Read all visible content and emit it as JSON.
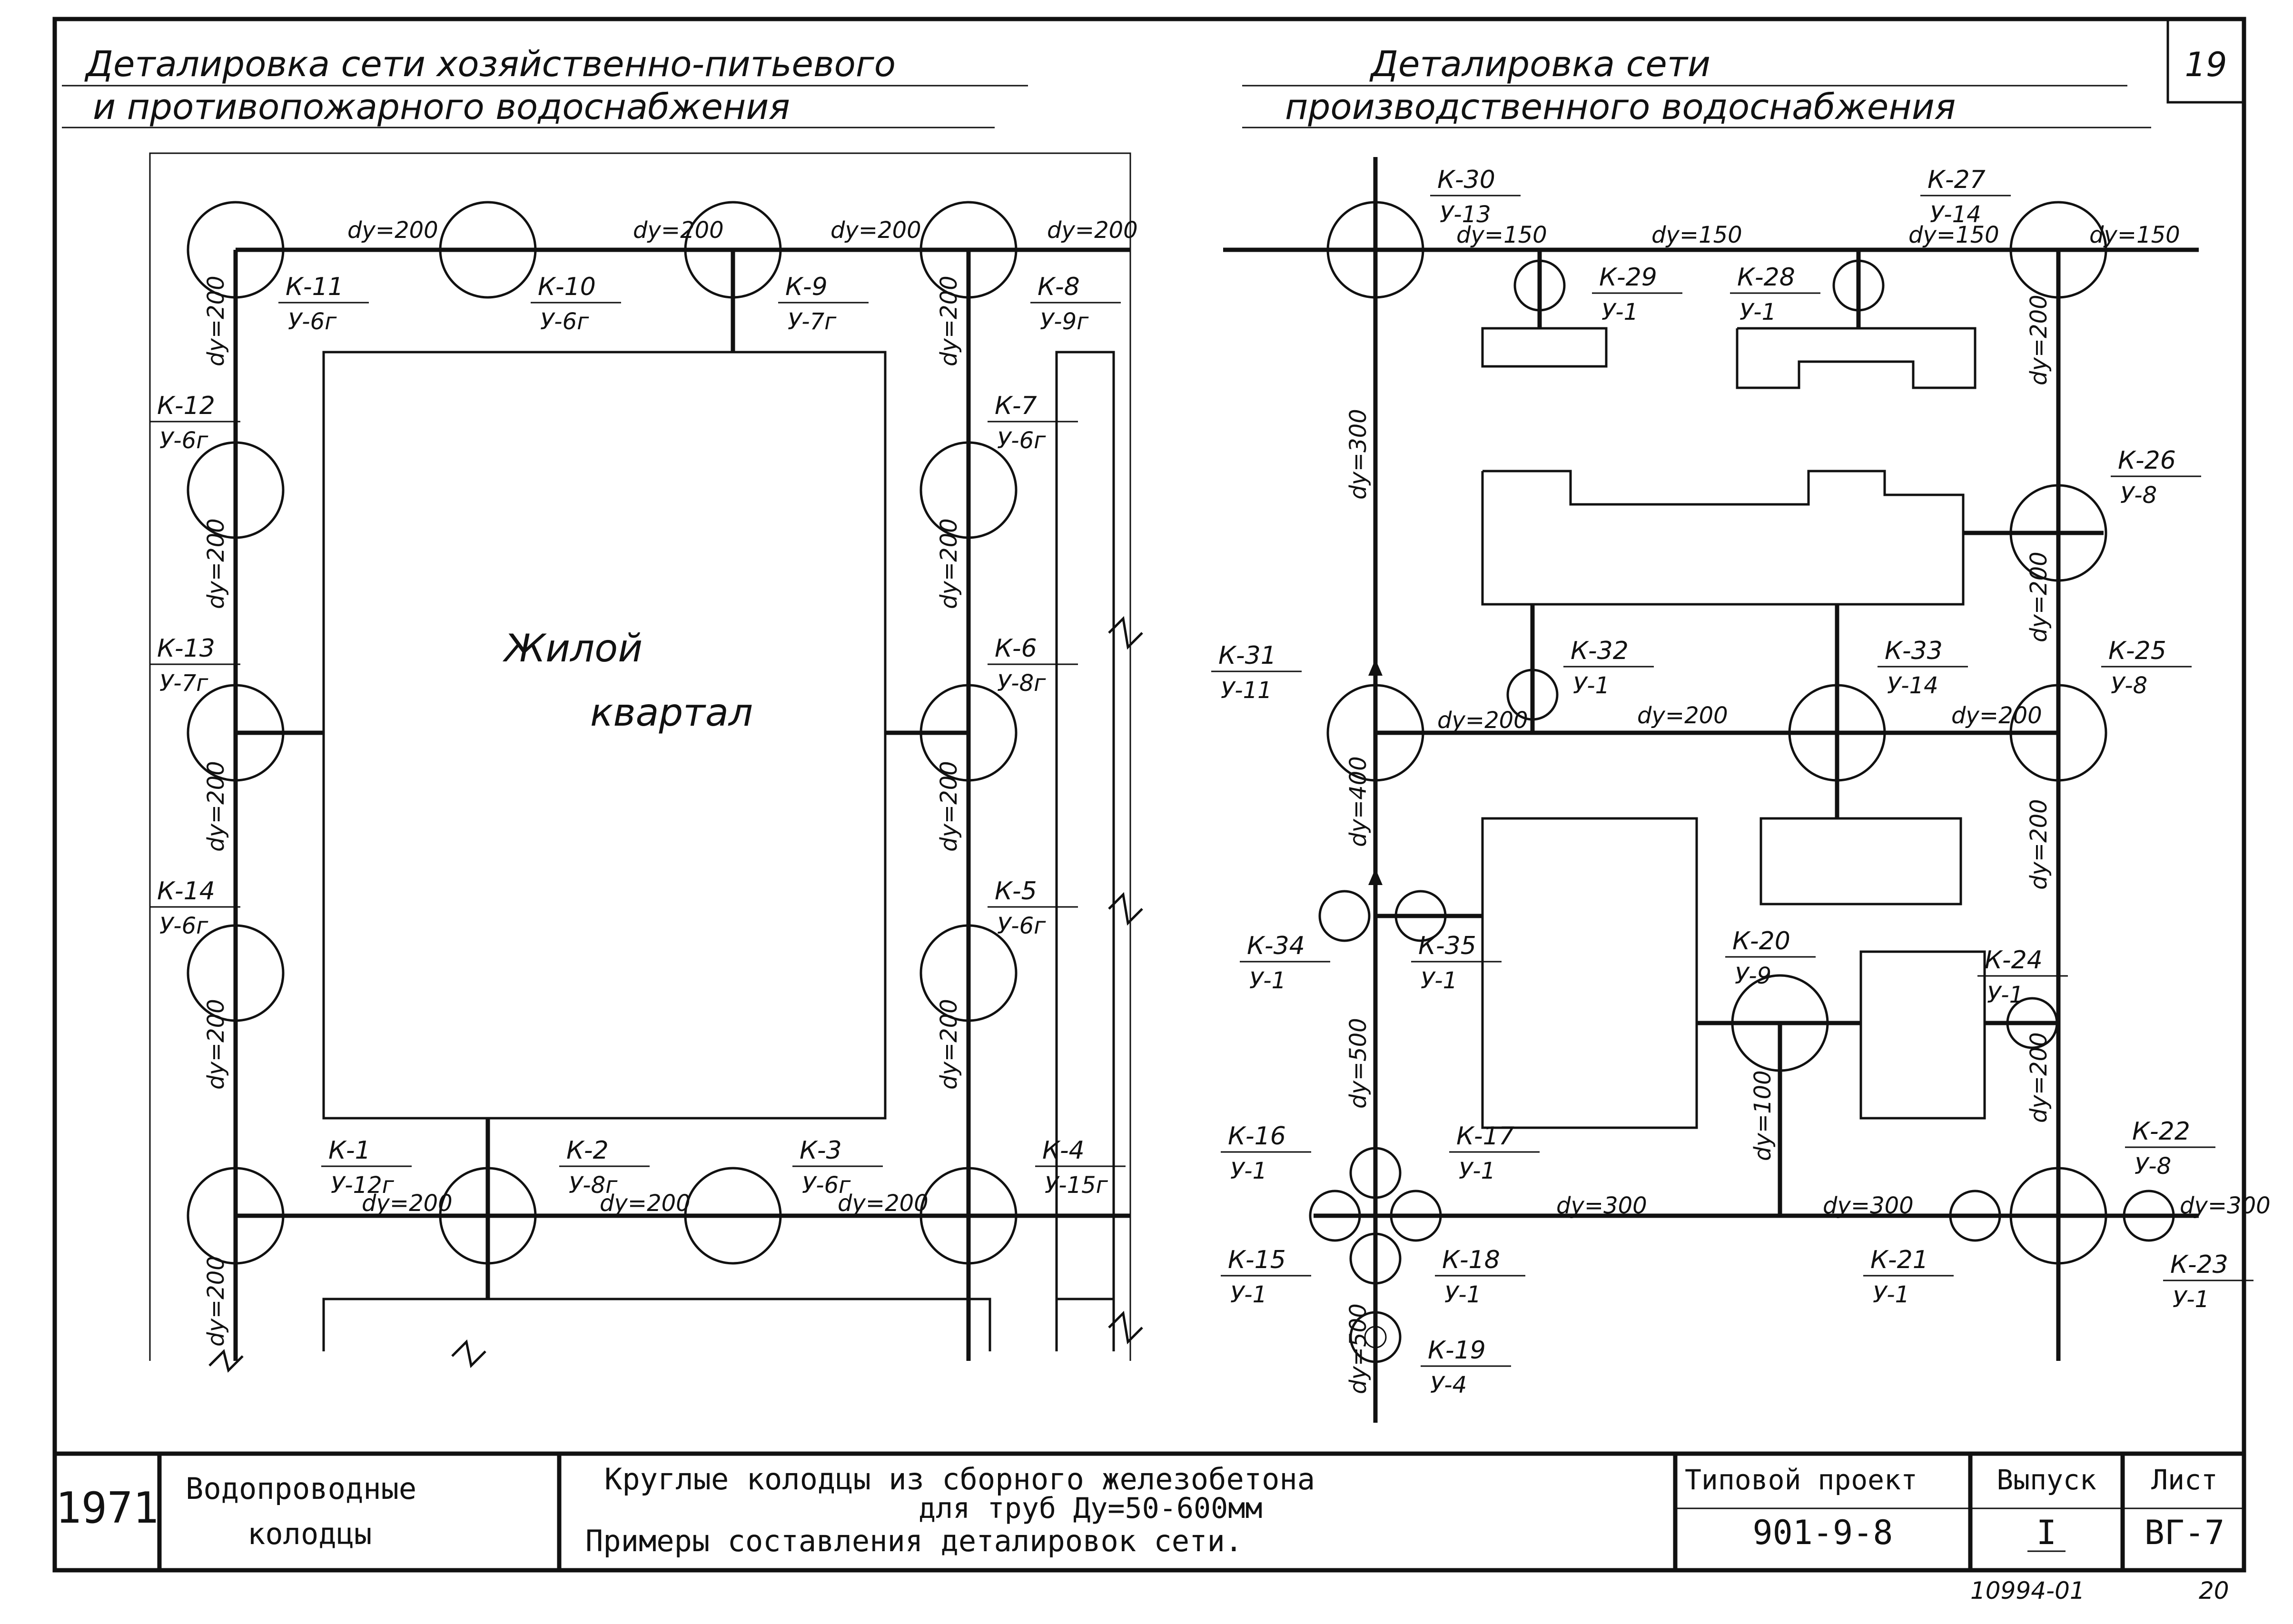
{
  "sheet_number_corner": "19",
  "titles": {
    "left": [
      "Деталировка сети хозяйственно-питьевого",
      "и противопожарного водоснабжения"
    ],
    "right": [
      "Деталировка сети",
      "производственного водоснабжения"
    ]
  },
  "block_label": [
    "Жилой",
    "квартал"
  ],
  "pipe_labels": [
    "dy=200",
    "dy=200",
    "dy=200",
    "dy=200",
    "dy=200",
    "dy=200",
    "dy=200",
    "dy=200",
    "dy=200",
    "dy=200",
    "dy=200",
    "dy=200",
    "dy=200",
    "dy=200",
    "dy=200",
    "dy=200",
    "dy=150",
    "dy=150",
    "dy=150",
    "dy=150",
    "dy=200",
    "dy=300",
    "dy=400",
    "dy=500",
    "dy=100",
    "dy=200",
    "dy=200",
    "dy=200",
    "dy=200",
    "dy=300",
    "dy=300",
    "dy=300",
    "dy=200",
    "dy=500",
    "dy=200"
  ],
  "wells": [
    {
      "k": "К-11",
      "u": "У-6г"
    },
    {
      "k": "К-10",
      "u": "У-6г"
    },
    {
      "k": "К-9",
      "u": "У-7г"
    },
    {
      "k": "К-8",
      "u": "У-9г"
    },
    {
      "k": "К-12",
      "u": "У-6г"
    },
    {
      "k": "К-7",
      "u": "У-6г"
    },
    {
      "k": "К-13",
      "u": "У-7г"
    },
    {
      "k": "К-6",
      "u": "У-8г"
    },
    {
      "k": "К-14",
      "u": "У-6г"
    },
    {
      "k": "К-5",
      "u": "У-6г"
    },
    {
      "k": "К-1",
      "u": "У-12г"
    },
    {
      "k": "К-2",
      "u": "У-8г"
    },
    {
      "k": "К-3",
      "u": "У-6г"
    },
    {
      "k": "К-4",
      "u": "У-15г"
    },
    {
      "k": "К-30",
      "u": "У-13"
    },
    {
      "k": "К-27",
      "u": "У-14"
    },
    {
      "k": "К-29",
      "u": "У-1"
    },
    {
      "k": "К-28",
      "u": "У-1"
    },
    {
      "k": "К-26",
      "u": "У-8"
    },
    {
      "k": "К-31",
      "u": "У-11"
    },
    {
      "k": "К-32",
      "u": "У-1"
    },
    {
      "k": "К-33",
      "u": "У-14"
    },
    {
      "k": "К-25",
      "u": "У-8"
    },
    {
      "k": "К-34",
      "u": "У-1"
    },
    {
      "k": "К-35",
      "u": "У-1"
    },
    {
      "k": "К-20",
      "u": "У-9"
    },
    {
      "k": "К-24",
      "u": "У-1"
    },
    {
      "k": "К-16",
      "u": "У-1"
    },
    {
      "k": "К-17",
      "u": "У-1"
    },
    {
      "k": "К-22",
      "u": "У-8"
    },
    {
      "k": "К-15",
      "u": "У-1"
    },
    {
      "k": "К-18",
      "u": "У-1"
    },
    {
      "k": "К-21",
      "u": "У-1"
    },
    {
      "k": "К-23",
      "u": "У-1"
    },
    {
      "k": "К-19",
      "u": "У-4"
    }
  ],
  "title_block": {
    "code": "1971",
    "name": [
      "Водопроводные",
      "колодцы"
    ],
    "description": [
      "Круглые колодцы из сборного железобетона",
      "для труб Ду=50-600мм",
      "Примеры составления деталировок сети."
    ],
    "project_label": "Типовой проект",
    "project_value": "901-9-8",
    "issue_label": "Выпуск",
    "issue_value": "I",
    "sheet_label": "Лист",
    "sheet_value": "ВГ-7"
  },
  "below_frame": {
    "inventory": "10994-01",
    "page": "20"
  }
}
